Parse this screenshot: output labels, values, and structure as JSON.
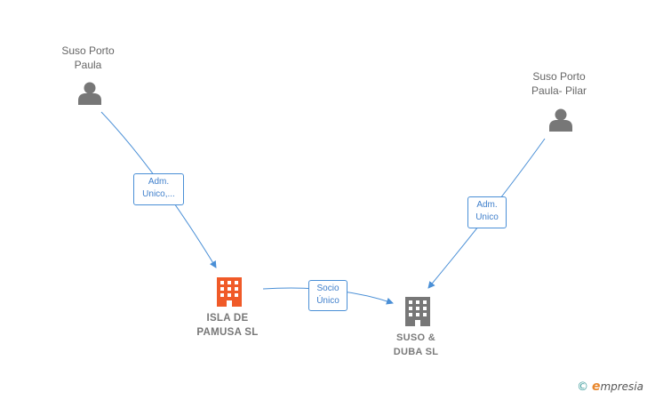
{
  "nodes": {
    "person_paula": {
      "line1": "Suso Porto",
      "line2": "Paula"
    },
    "person_pilar": {
      "line1": "Suso Porto",
      "line2": "Paula- Pilar"
    },
    "company_isla": {
      "line1": "ISLA DE",
      "line2": "PAMUSA  SL"
    },
    "company_suso": {
      "line1": "SUSO &",
      "line2": "DUBA  SL"
    }
  },
  "edges": {
    "paula_to_isla": {
      "line1": "Adm.",
      "line2": "Unico,..."
    },
    "pilar_to_suso": {
      "line1": "Adm.",
      "line2": "Unico"
    },
    "isla_to_suso": {
      "line1": "Socio",
      "line2": "Único"
    }
  },
  "colors": {
    "edge": "#4a8fd6",
    "person_icon": "#777777",
    "company_main": "#f05a28",
    "company_other": "#777777"
  },
  "watermark": {
    "symbol": "©",
    "brand_initial": "e",
    "brand_rest": "mpresia"
  }
}
